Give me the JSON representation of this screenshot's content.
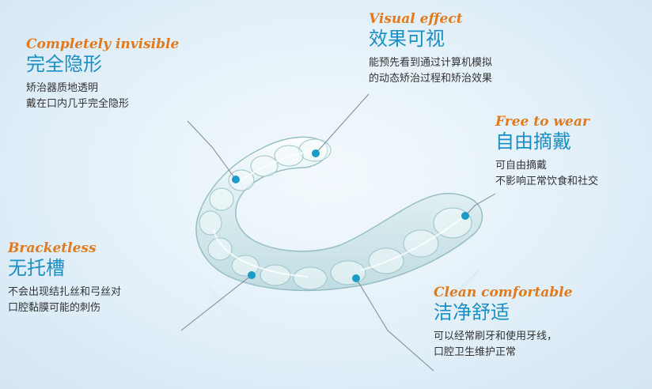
{
  "features": [
    {
      "en": "Completely invisible",
      "zh": "完全隐形",
      "desc": [
        "矫治器质地透明",
        "戴在口内几乎完全隐形"
      ]
    },
    {
      "en": "Visual effect",
      "zh": "效果可视",
      "desc": [
        "能预先看到通过计算机模拟",
        "的动态矫治过程和矫治效果"
      ]
    },
    {
      "en": "Free to wear",
      "zh": "自由摘戴",
      "desc": [
        "可自由摘戴",
        "不影响正常饮食和社交"
      ]
    },
    {
      "en": "Bracketless",
      "zh": "无托槽",
      "desc": [
        "不会出现结扎丝和弓丝对",
        "口腔黏膜可能的刺伤"
      ]
    },
    {
      "en": "Clean comfortable",
      "zh": "洁净舒适",
      "desc": [
        "可以经常刷牙和使用牙线，",
        "口腔卫生维护正常"
      ]
    }
  ],
  "colors": {
    "accent_en": "#e07a1f",
    "accent_zh": "#1a8fc4",
    "dot": "#1a9bc8",
    "line": "#7a8a96"
  }
}
